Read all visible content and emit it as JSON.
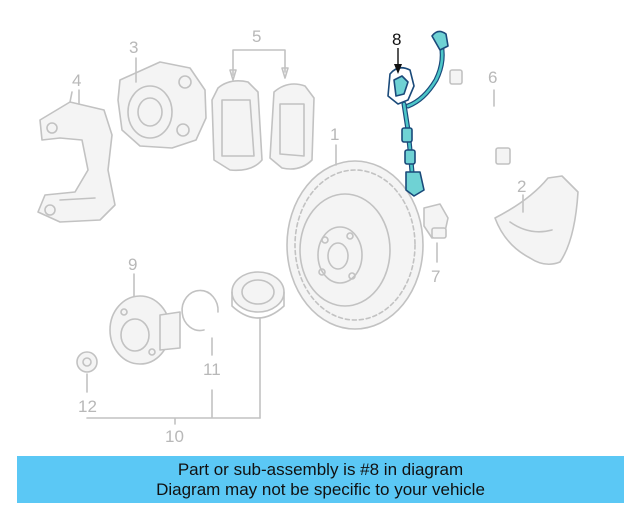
{
  "callouts": {
    "part1": "1",
    "part2": "2",
    "part3": "3",
    "part4": "4",
    "part5": "5",
    "part6": "6",
    "part7": "7",
    "part8": "8",
    "part9": "9",
    "part10": "10",
    "part11": "11",
    "part12": "12"
  },
  "highlighted_part": "8",
  "colors": {
    "banner": "#5bc8f5",
    "highlight_outline": "#1a4a7a",
    "highlight_fill": "#6fd2d4",
    "ghost_parts": "#c2c2c2"
  },
  "banner": {
    "line1": "Part or sub-assembly is #8 in diagram",
    "line2": "Diagram may not be specific to your vehicle"
  }
}
